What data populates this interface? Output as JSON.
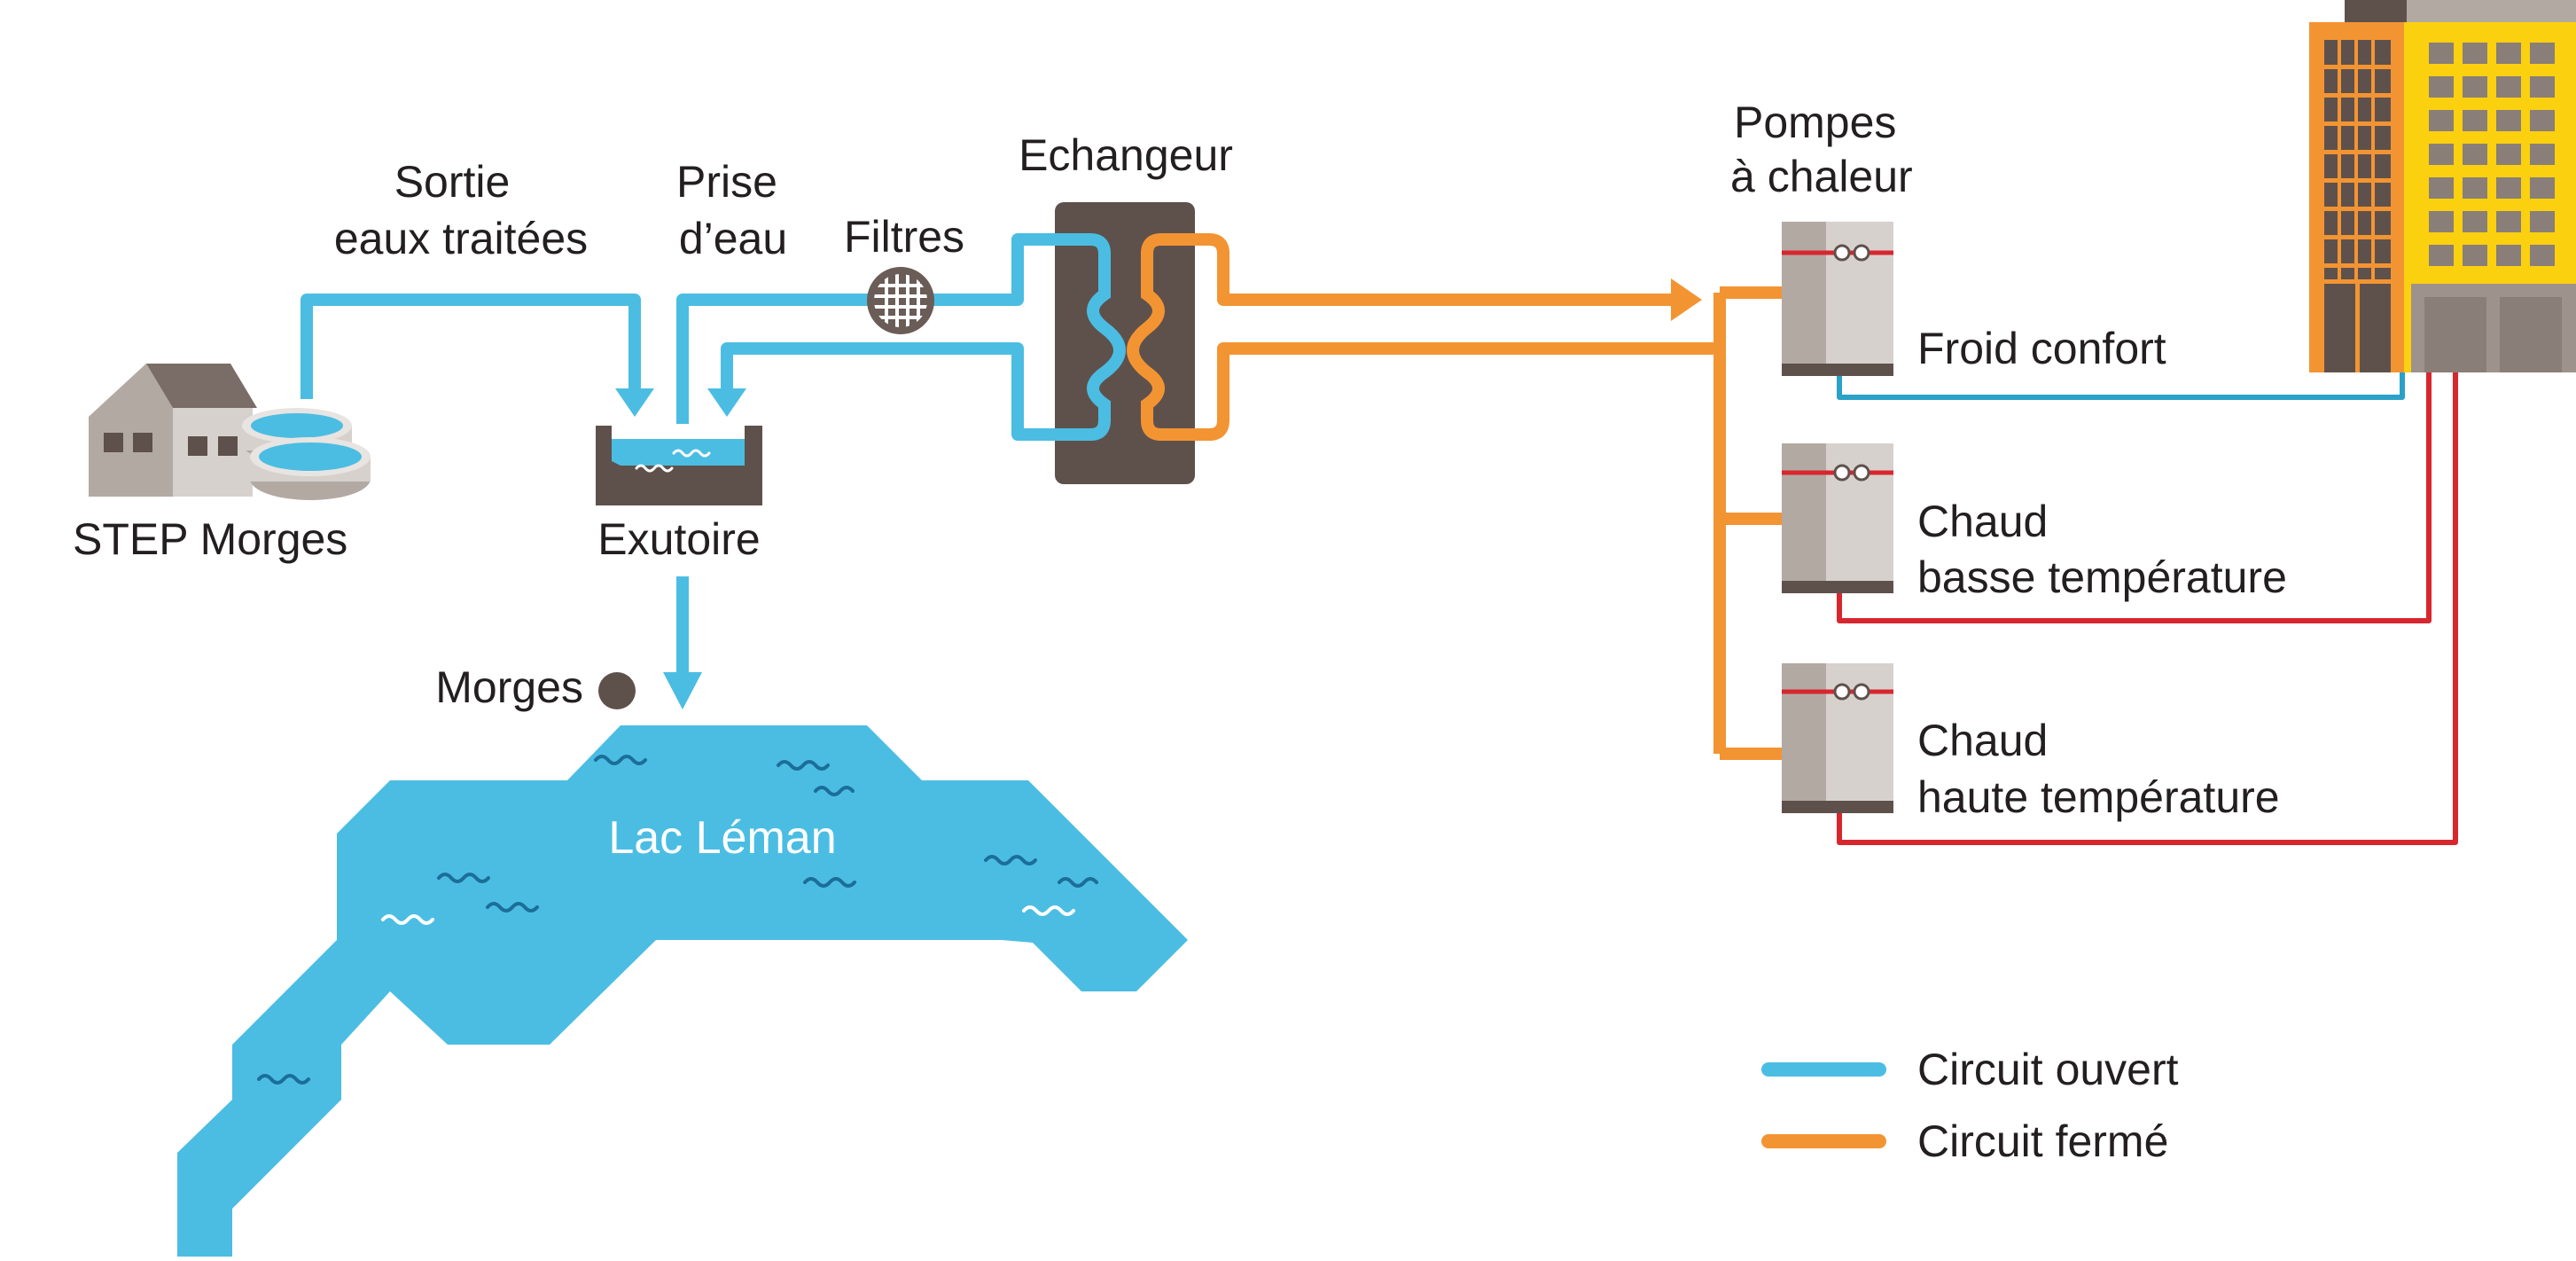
{
  "labels": {
    "sortie": [
      "Sortie",
      "eaux traitées"
    ],
    "prise": [
      "Prise",
      "d’eau"
    ],
    "filtres": "Filtres",
    "echangeur": "Echangeur",
    "pompes": [
      "Pompes",
      "à chaleur"
    ],
    "step": "STEP Morges",
    "exutoire": "Exutoire",
    "morges": "Morges",
    "lac": "Lac Léman",
    "froid": "Froid confort",
    "chaud_basse": [
      "Chaud",
      "basse température"
    ],
    "chaud_haute": [
      "Chaud",
      "haute température"
    ]
  },
  "legend": [
    {
      "label": "Circuit ouvert",
      "color": "#4bbde3"
    },
    {
      "label": "Circuit fermé",
      "color": "#f39433"
    }
  ],
  "colors": {
    "open_circuit": "#4bbde3",
    "closed_circuit": "#f39433",
    "cold_loop": "#2aa2c8",
    "hot_loop": "#d8262e",
    "exchanger": "#5e514c",
    "lake": "#4bbde3",
    "building_orange": "#f39433",
    "building_yellow": "#fbd00f"
  }
}
